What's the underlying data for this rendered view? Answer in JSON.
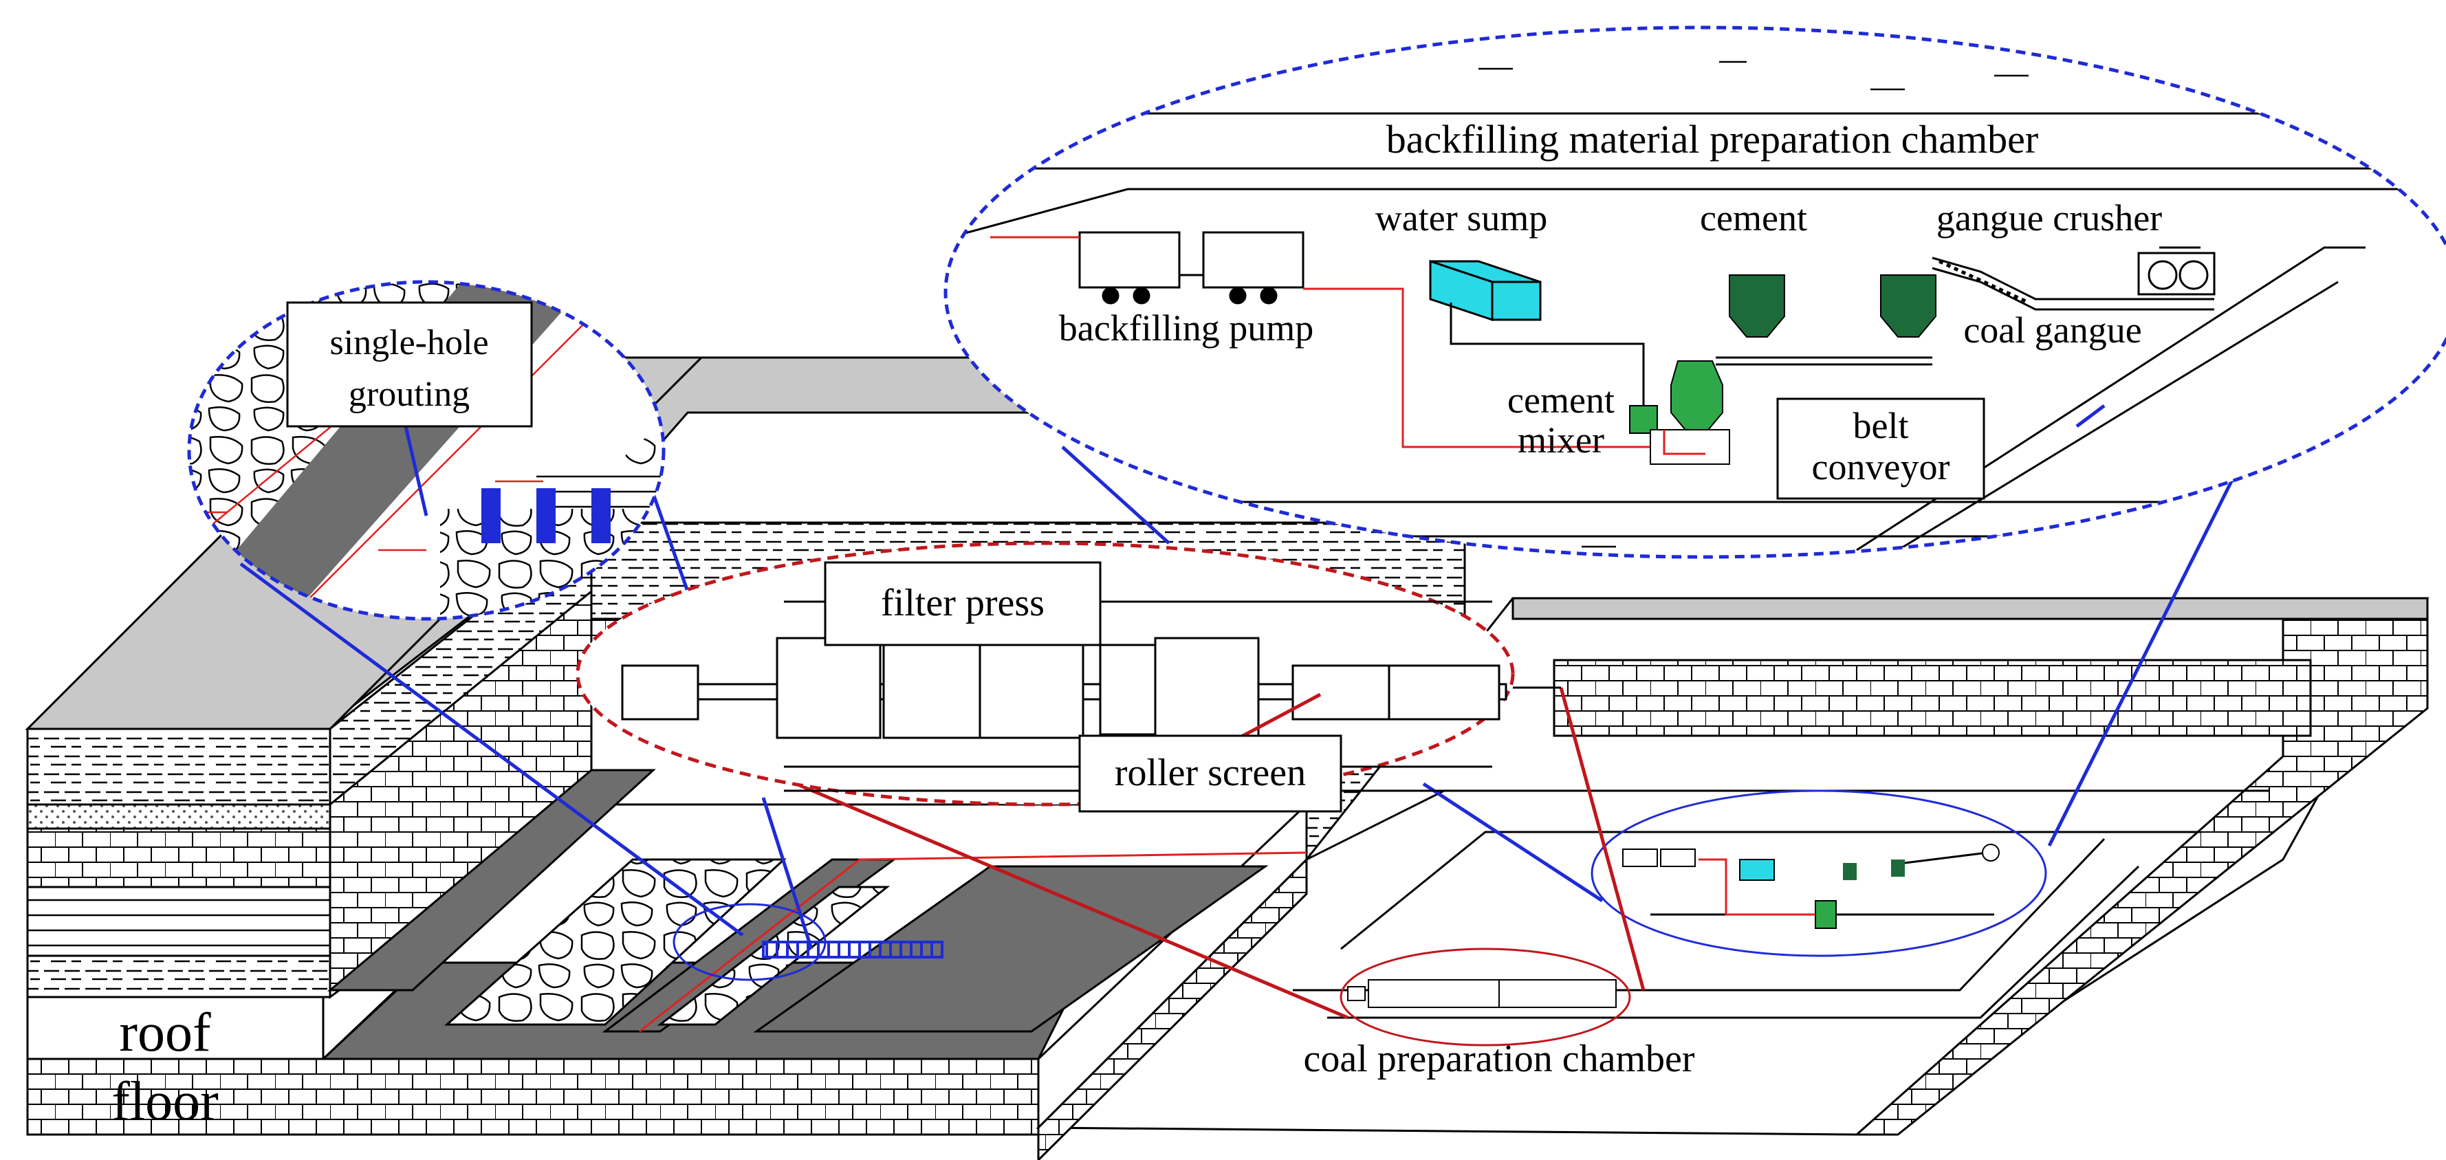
{
  "labels": {
    "backfilling_chamber": "backfilling material preparation chamber",
    "water_sump": "water sump",
    "cement": "cement",
    "gangue_crusher": "gangue crusher",
    "backfilling_pump": "backfilling pump",
    "coal_gangue": "coal gangue",
    "cement_mixer_line1": "cement",
    "cement_mixer_line2": "mixer",
    "belt_conveyor_line1": "belt",
    "belt_conveyor_line2": "conveyor",
    "single_hole_line1": "single-hole",
    "single_hole_line2": "grouting",
    "filter_press": "filter press",
    "roller_screen": "roller screen",
    "coal_chamber": "coal preparation chamber",
    "roof": "roof",
    "floor": "floor"
  },
  "colors": {
    "blue_callout": "#1f2bd6",
    "red_callout": "#c0171d",
    "roof_gray": "#c8c8c8",
    "goaf_dark": "#6e6e6e",
    "water_cyan": "#29d9e6",
    "cement_green": "#1d6b3a",
    "mixer_green": "#2fa84a",
    "pipe_red": "#e02020"
  }
}
